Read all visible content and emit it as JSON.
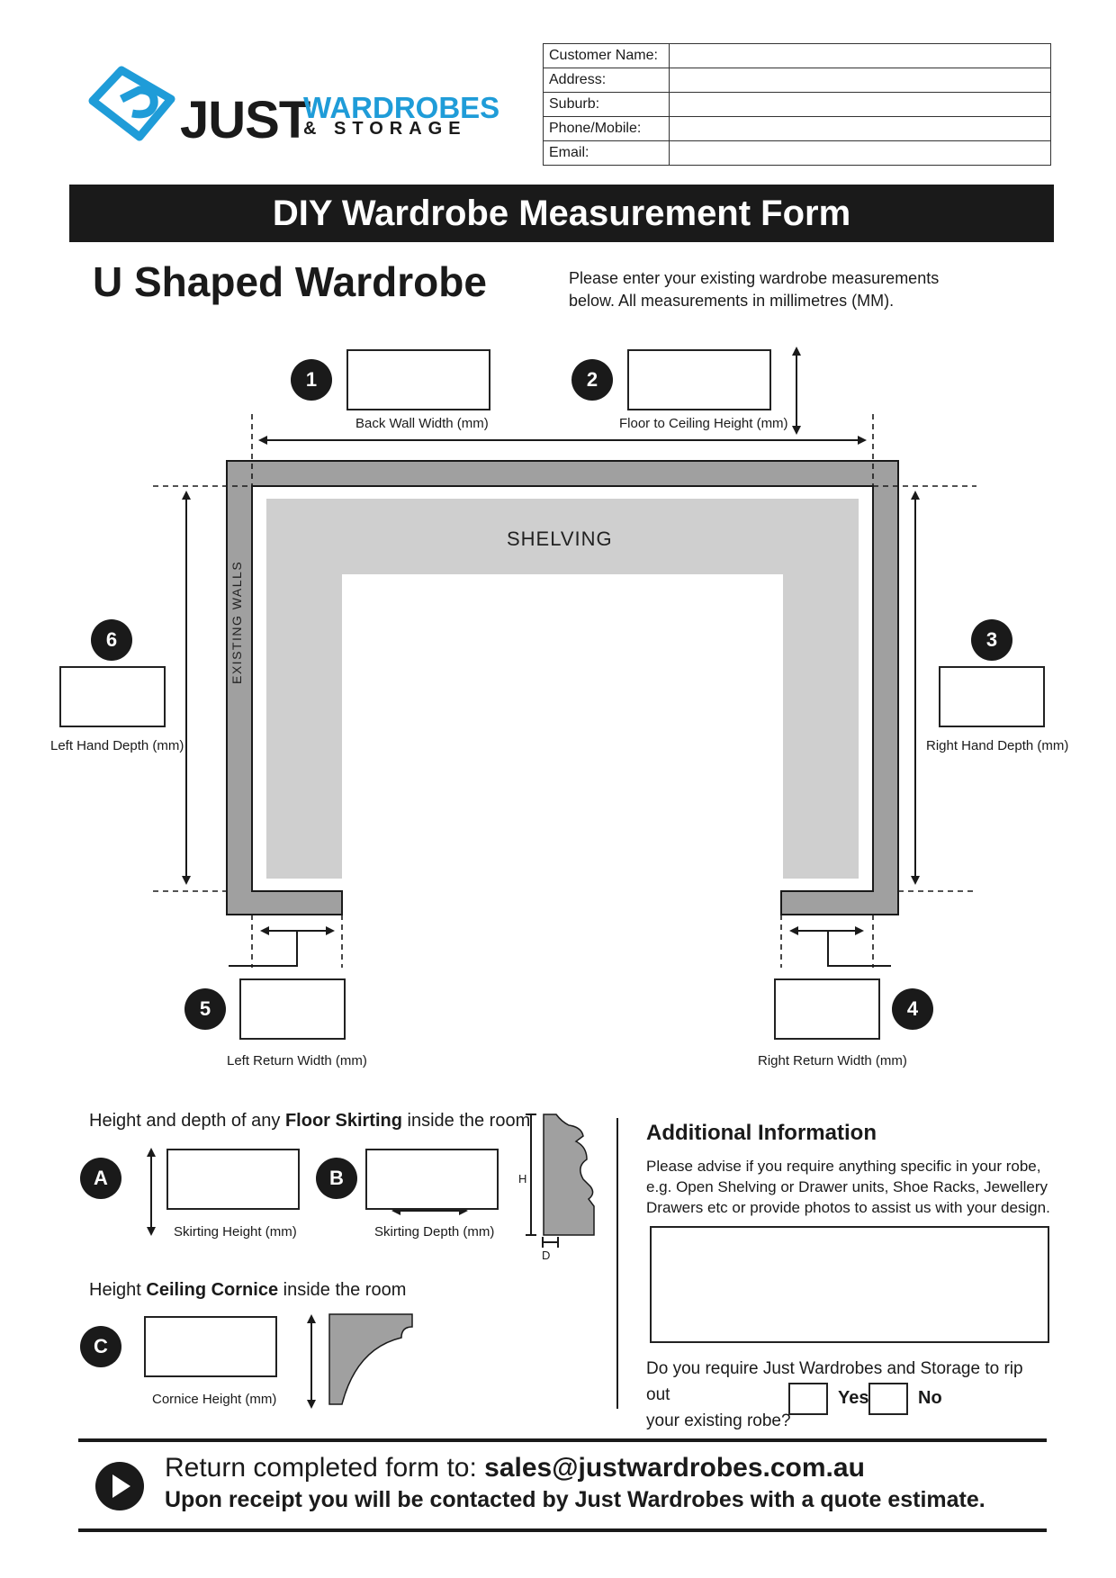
{
  "brand": {
    "name_main": "JUST",
    "name_accent": "WARDROBES",
    "name_sub": "& STORAGE",
    "accent_color": "#1f9cd8"
  },
  "customer": {
    "fields": [
      {
        "label": "Customer Name:",
        "value": ""
      },
      {
        "label": "Address:",
        "value": ""
      },
      {
        "label": "Suburb:",
        "value": ""
      },
      {
        "label": "Phone/Mobile:",
        "value": ""
      },
      {
        "label": "Email:",
        "value": ""
      }
    ]
  },
  "form_title": "DIY Wardrobe Measurement Form",
  "wardrobe_type": "U Shaped Wardrobe",
  "intro_line1": "Please enter your existing wardrobe measurements",
  "intro_line2": "below. All measurements in millimetres (MM).",
  "diagram": {
    "shelving_label": "SHELVING",
    "walls_label": "EXISTING WALLS"
  },
  "measurements": [
    {
      "number": "1",
      "label": "Back Wall Width (mm)",
      "value": ""
    },
    {
      "number": "2",
      "label": "Floor to Ceiling Height (mm)",
      "value": ""
    },
    {
      "number": "3",
      "label": "Right Hand Depth (mm)",
      "value": ""
    },
    {
      "number": "4",
      "label": "Right Return Width (mm)",
      "value": ""
    },
    {
      "number": "5",
      "label": "Left Return Width (mm)",
      "value": ""
    },
    {
      "number": "6",
      "label": "Left Hand Depth (mm)",
      "value": ""
    }
  ],
  "skirting": {
    "heading_pre": "Height and depth of any ",
    "heading_bold": "Floor Skirting",
    "heading_post": " inside the room",
    "items": [
      {
        "letter": "A",
        "label": "Skirting Height (mm)",
        "value": ""
      },
      {
        "letter": "B",
        "label": "Skirting Depth (mm)",
        "value": ""
      }
    ],
    "profile_h": "H",
    "profile_d": "D"
  },
  "cornice": {
    "heading_pre": "Height ",
    "heading_bold": "Ceiling Cornice",
    "heading_post": " inside the room",
    "letter": "C",
    "label": "Cornice Height (mm)",
    "value": ""
  },
  "additional": {
    "title": "Additional Information",
    "text": "Please advise if you require anything specific in your robe, e.g. Open Shelving or Drawer units, Shoe Racks, Jewellery Drawers etc or provide photos to assist us with your design.",
    "value": "",
    "rip_question_line1": "Do you require Just Wardrobes and Storage to rip out",
    "rip_question_line2": "your existing robe?",
    "yes_label": "Yes",
    "no_label": "No"
  },
  "footer": {
    "line1_pre": "Return completed form to: ",
    "email": "sales@justwardrobes.com.au",
    "line2": "Upon receipt you will be contacted by Just Wardrobes with a quote estimate."
  }
}
